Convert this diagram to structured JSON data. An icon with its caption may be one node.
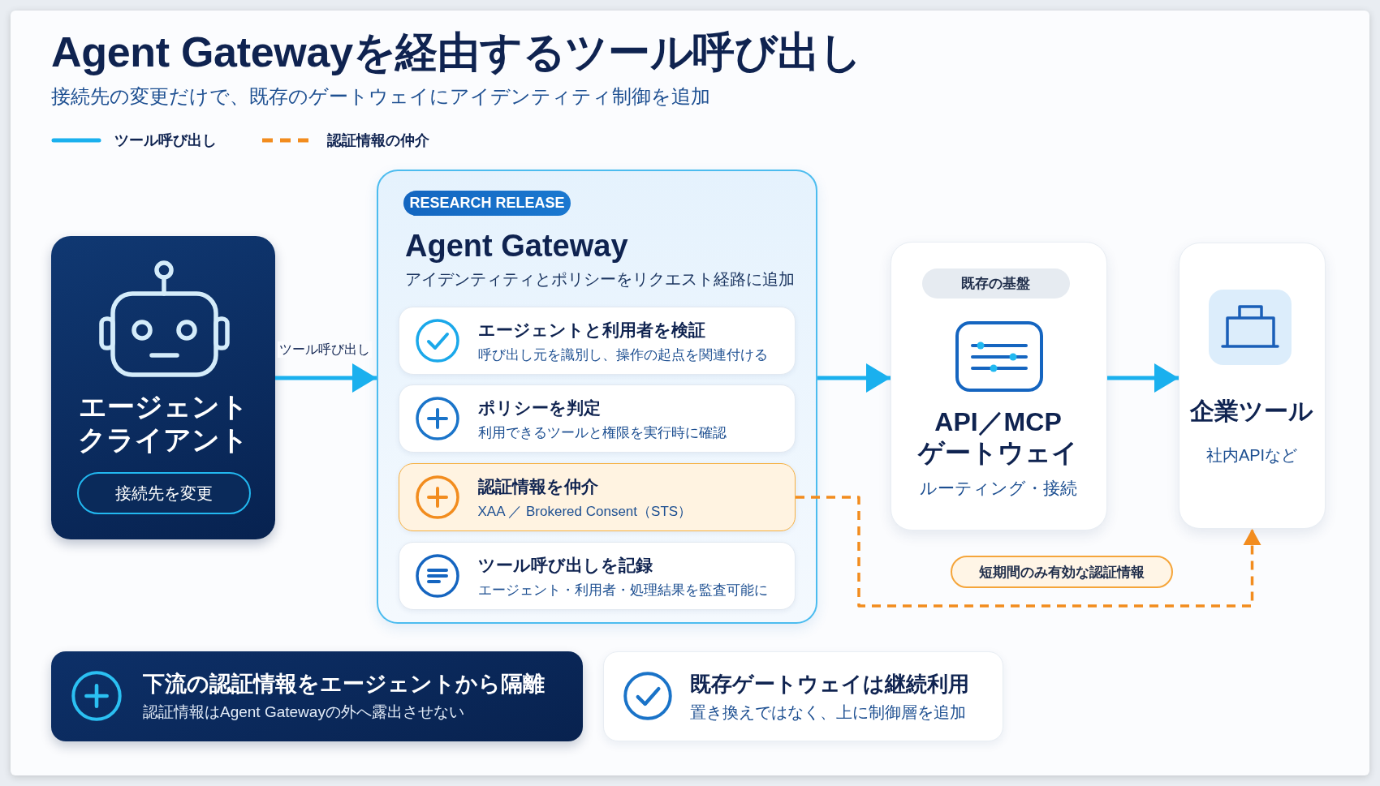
{
  "diagram": {
    "title": "Agent Gatewayを経由するツール呼び出し",
    "nodes": [
      {
        "text": [
          "エージェントクライアント"
        ]
      },
      {
        "text": [
          "接続先を変更"
        ],
        "in": 0
      },
      {
        "text": [
          "Agent Gateway",
          "アイデンティティとポリシーをリクエスト経路に追加"
        ]
      },
      {
        "text": [
          "RESEARCH RELEASE"
        ],
        "in": 2
      },
      {
        "text": [
          "エージェントと利用者を検証",
          "呼び出し元を識別し、操作の起点を関連付ける"
        ],
        "in": 2
      },
      {
        "text": [
          "ポリシーを判定",
          "利用できるツールと権限を実行時に確認"
        ],
        "in": 2
      },
      {
        "text": [
          "認証情報を仲介",
          "XAA ／ Brokered Consent（STS）"
        ],
        "in": 2
      },
      {
        "text": [
          "ツール呼び出しを記録",
          "エージェント・利用者・処理結果を監査可能に"
        ],
        "in": 2
      },
      {
        "text": [
          "API／MCP ゲートウェイ",
          "ルーティング・接続"
        ]
      },
      {
        "text": [
          "既存の基盤"
        ],
        "in": 8
      },
      {
        "text": [
          "企業ツール",
          "社内APIなど"
        ]
      },
      {
        "text": [
          "下流の認証情報をエージェントから隔離",
          "認証情報はAgent Gatewayの外へ露出させない"
        ]
      },
      {
        "text": [
          "既存ゲートウェイは継続利用",
          "置き換えではなく、上に制御層を追加"
        ]
      }
    ],
    "edges": [
      {
        "from": 0,
        "to": 2,
        "arrow": "to",
        "label": "ツール呼び出し"
      },
      {
        "from": 2,
        "to": 8,
        "arrow": "to"
      },
      {
        "from": 8,
        "to": 10,
        "arrow": "to"
      },
      {
        "from": 6,
        "to": 10,
        "arrow": "to",
        "style": "dashed",
        "color": "#f28c1e",
        "label": "短期間のみ有効な認証情報"
      }
    ],
    "labels": [
      "接続先の変更だけで、既存のゲートウェイにアイデンティティ制御を追加"
    ],
    "legend": [
      {
        "text": "ツール呼び出し"
      },
      {
        "text": "認証情報の仲介"
      }
    ]
  }
}
